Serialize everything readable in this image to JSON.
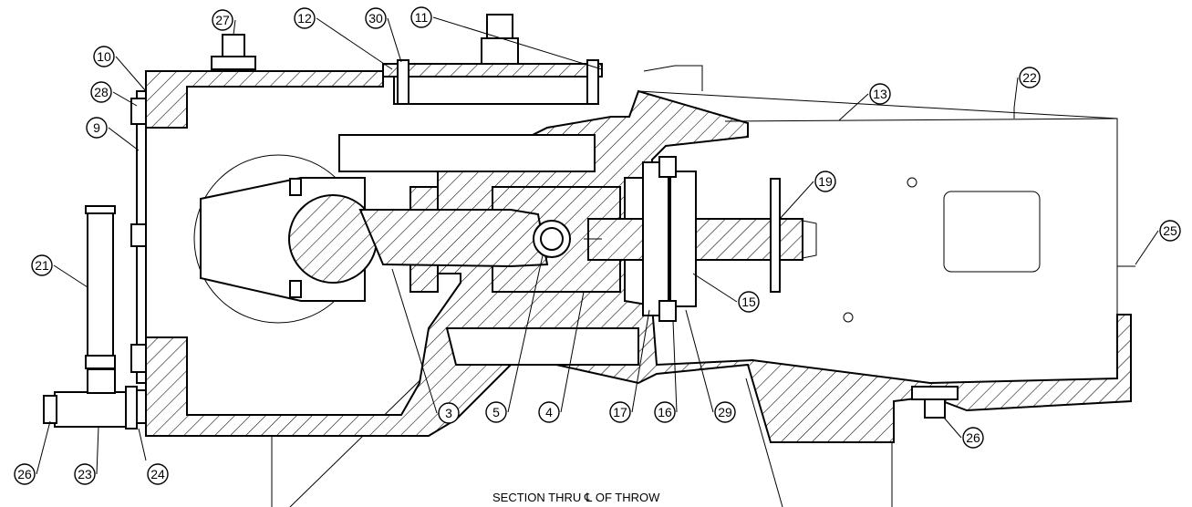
{
  "caption": "SECTION THRU ℄  OF THROW",
  "callouts": [
    {
      "id": "c27",
      "label": "27"
    },
    {
      "id": "c12",
      "label": "12"
    },
    {
      "id": "c30",
      "label": "30"
    },
    {
      "id": "c11",
      "label": "11"
    },
    {
      "id": "c10",
      "label": "10"
    },
    {
      "id": "c28",
      "label": "28"
    },
    {
      "id": "c9",
      "label": "9"
    },
    {
      "id": "c13",
      "label": "13"
    },
    {
      "id": "c22",
      "label": "22"
    },
    {
      "id": "c19",
      "label": "19"
    },
    {
      "id": "c25",
      "label": "25"
    },
    {
      "id": "c21",
      "label": "21"
    },
    {
      "id": "c15",
      "label": "15"
    },
    {
      "id": "c3",
      "label": "3"
    },
    {
      "id": "c5",
      "label": "5"
    },
    {
      "id": "c4",
      "label": "4"
    },
    {
      "id": "c17",
      "label": "17"
    },
    {
      "id": "c16",
      "label": "16"
    },
    {
      "id": "c29",
      "label": "29"
    },
    {
      "id": "c26a",
      "label": "26"
    },
    {
      "id": "c23",
      "label": "23"
    },
    {
      "id": "c24",
      "label": "24"
    },
    {
      "id": "c26b",
      "label": "26"
    }
  ]
}
